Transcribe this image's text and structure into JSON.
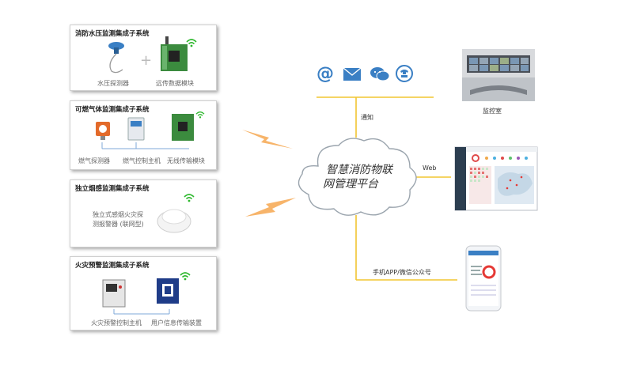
{
  "subsystems": {
    "water": {
      "title": "消防水压监测集成子系统",
      "sensor_label": "水压探测器",
      "module_label": "远传数据模块"
    },
    "gas": {
      "title": "可燃气体监测集成子系统",
      "detector_label": "燃气探测器",
      "controller_label": "燃气控制主机",
      "module_label": "无线传输模块"
    },
    "smoke": {
      "title": "独立烟感监测集成子系统",
      "device_line1": "独立式感烟火灾探",
      "device_line2": "测报警器 (联网型)"
    },
    "fire": {
      "title": "火灾预警监测集成子系统",
      "controller_label": "火灾预警控制主机",
      "transmitter_label": "用户信息传输装置"
    }
  },
  "platform": {
    "line1": "智慧消防物联",
    "line2": "网管理平台"
  },
  "links": {
    "notify": "通知",
    "web": "Web",
    "mobile": "手机APP/微信公众号",
    "monitor_room": "监控室"
  },
  "colors": {
    "connector": "#f2c531",
    "lightning": "#f7b46a",
    "cloud_stroke": "#9aa4ad",
    "icon_blue": "#3a7fc4",
    "wifi": "#2eb82e"
  }
}
